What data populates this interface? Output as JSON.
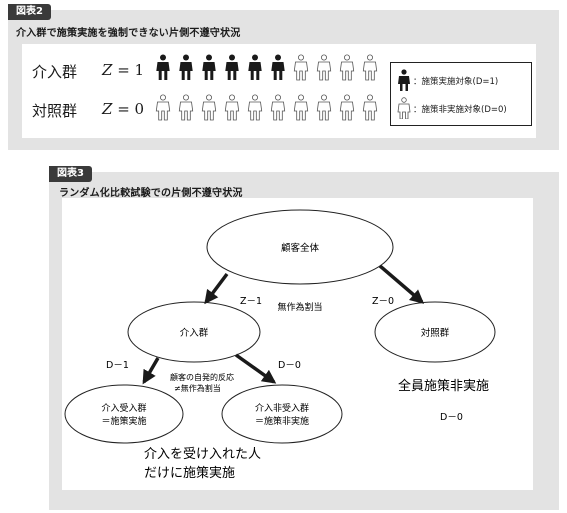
{
  "fig2": {
    "tag": "図表2",
    "title": "介入群で施策実施を強制できない片側不遵守状況",
    "rows": [
      {
        "label": "介入群",
        "var": "Z",
        "eq": "= 1",
        "filled": 6,
        "outline": 4
      },
      {
        "label": "対照群",
        "var": "Z",
        "eq": "= 0",
        "filled": 0,
        "outline": 10
      }
    ],
    "legend": [
      {
        "icon": "filled",
        "text": "：施策実施対象(D=1)"
      },
      {
        "icon": "outline",
        "text": "：施策非実施対象(D=0)"
      }
    ]
  },
  "fig3": {
    "tag": "図表3",
    "title": "ランダム化比較試験での片側不遵守状況",
    "nodes": {
      "root": "顧客全体",
      "treat": "介入群",
      "control": "対照群",
      "accept_1": "介入受入群",
      "accept_2": "＝施策実施",
      "reject_1": "介入非受入群",
      "reject_2": "＝施策非実施"
    },
    "labels": {
      "z1": "Z－1",
      "z0": "Z－0",
      "random": "無作為割当",
      "d1": "D－1",
      "d0": "D－0",
      "react_1": "顧客の自発的反応",
      "react_2": "≠無作為割当",
      "control_note": "全員施策非実施",
      "control_d": "D－0",
      "accept_note_1": "介入を受け入れた人",
      "accept_note_2": "だけに施策実施"
    }
  },
  "colors": {
    "panel": "#e3e3e3",
    "tag": "#3a3a3a",
    "ink": "#1a1a1a"
  }
}
